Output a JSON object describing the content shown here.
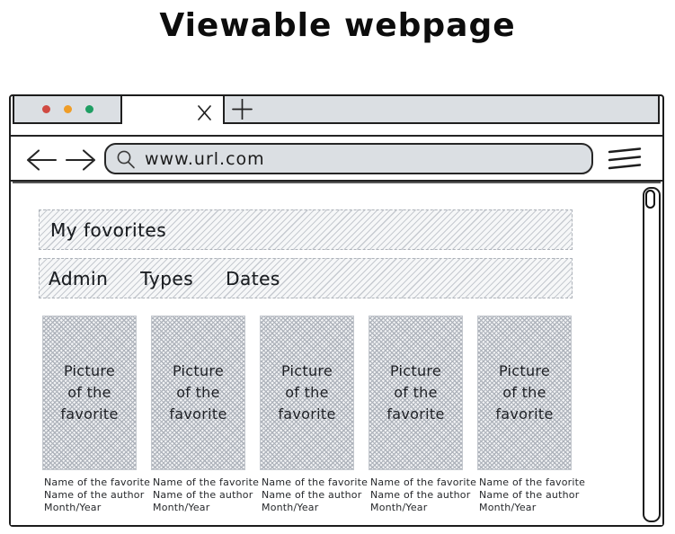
{
  "page_title": "Viewable webpage",
  "colors": {
    "chrome_gray": "#dbdfe3",
    "stroke_dark": "#1c1c1c",
    "hatch_gray": "#c6cad0"
  },
  "window": {
    "traffic_lights": [
      {
        "name": "close",
        "color": "#d04a42"
      },
      {
        "name": "minimize",
        "color": "#ef9d27"
      },
      {
        "name": "expand",
        "color": "#1f9e63"
      }
    ],
    "tabs": {
      "close_tab_icon": "x-close",
      "new_tab_icon": "plus"
    },
    "nav": {
      "back_icon": "left-arrow",
      "forward_icon": "right-arrow",
      "search_icon": "magnifying-glass",
      "menu_icon": "hamburger-menu",
      "url_value": "www.url.com"
    },
    "scrollbar": {
      "thumb_icon": "scroll-thumb"
    }
  },
  "content": {
    "header_label": "My fovorites",
    "nav_links": [
      {
        "label": "Admin"
      },
      {
        "label": "Types"
      },
      {
        "label": "Dates"
      }
    ],
    "cards": [
      {
        "placeholder": "Picture\nof the\nfavorite",
        "caption_lines": [
          "Name of the favorite",
          "Name of the author",
          "Month/Year"
        ]
      },
      {
        "placeholder": "Picture\nof the\nfavorite",
        "caption_lines": [
          "Name of the favorite",
          "Name of the author",
          "Month/Year"
        ]
      },
      {
        "placeholder": "Picture\nof the\nfavorite",
        "caption_lines": [
          "Name of the favorite",
          "Name of the author",
          "Month/Year"
        ]
      },
      {
        "placeholder": "Picture\nof the\nfavorite",
        "caption_lines": [
          "Name of the favorite",
          "Name of the author",
          "Month/Year"
        ]
      },
      {
        "placeholder": "Picture\nof the\nfavorite",
        "caption_lines": [
          "Name of the favorite",
          "Name of the author",
          "Month/Year"
        ]
      }
    ]
  }
}
